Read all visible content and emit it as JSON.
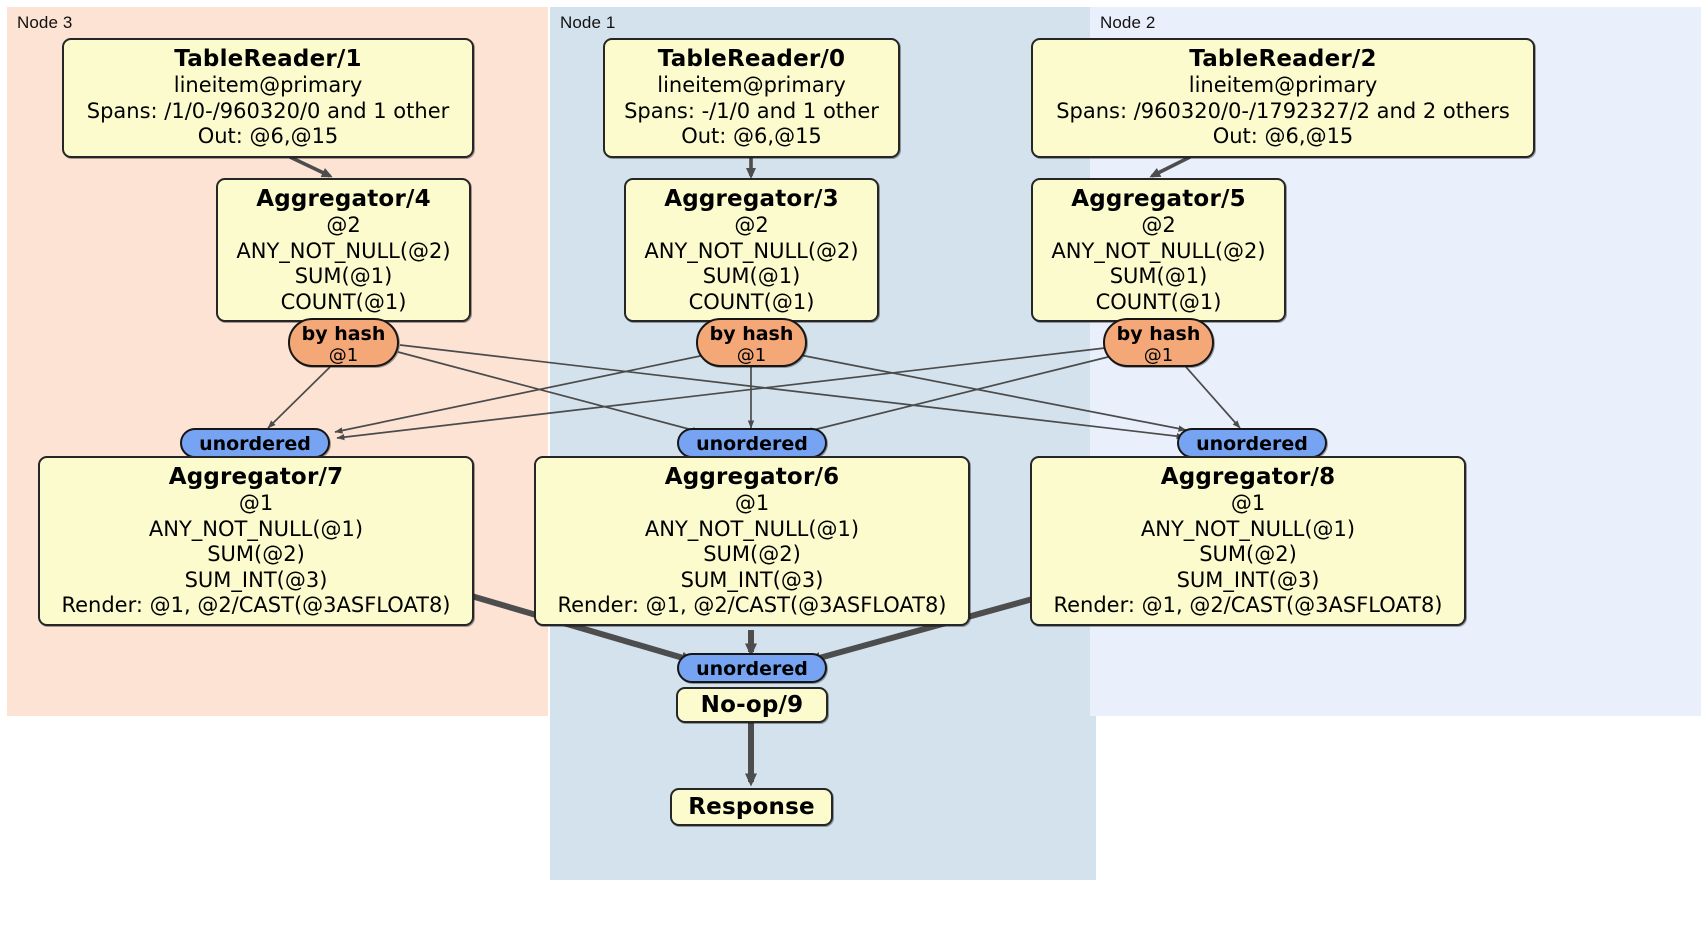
{
  "diagram": {
    "title": "Distributed query execution plan",
    "colors": {
      "node3_panel": "#fce3d4",
      "node1_panel": "#d3e2ec",
      "node2_panel": "#eaf0fb",
      "processor_box": "#fbfbce",
      "by_hash_oval": "#f4a878",
      "unordered_oval": "#76a4f2",
      "edge": "#4d4d4d"
    }
  },
  "panels": {
    "node3": {
      "label": "Node 3"
    },
    "node1": {
      "label": "Node 1"
    },
    "node2": {
      "label": "Node 2"
    }
  },
  "processors": {
    "table_reader_1": {
      "title": "TableReader/1",
      "l1": "lineitem@primary",
      "l2": "Spans: /1/0-/960320/0 and 1 other",
      "l3": "Out: @6,@15"
    },
    "table_reader_0": {
      "title": "TableReader/0",
      "l1": "lineitem@primary",
      "l2": "Spans: -/1/0 and 1 other",
      "l3": "Out: @6,@15"
    },
    "table_reader_2": {
      "title": "TableReader/2",
      "l1": "lineitem@primary",
      "l2": "Spans: /960320/0-/1792327/2 and 2 others",
      "l3": "Out: @6,@15"
    },
    "aggregator_4": {
      "title": "Aggregator/4",
      "l1": "@2",
      "l2": "ANY_NOT_NULL(@2)",
      "l3": "SUM(@1)",
      "l4": "COUNT(@1)"
    },
    "aggregator_3": {
      "title": "Aggregator/3",
      "l1": "@2",
      "l2": "ANY_NOT_NULL(@2)",
      "l3": "SUM(@1)",
      "l4": "COUNT(@1)"
    },
    "aggregator_5": {
      "title": "Aggregator/5",
      "l1": "@2",
      "l2": "ANY_NOT_NULL(@2)",
      "l3": "SUM(@1)",
      "l4": "COUNT(@1)"
    },
    "aggregator_7": {
      "title": "Aggregator/7",
      "l1": "@1",
      "l2": "ANY_NOT_NULL(@1)",
      "l3": "SUM(@2)",
      "l4": "SUM_INT(@3)",
      "l5": "Render: @1, @2/CAST(@3ASFLOAT8)"
    },
    "aggregator_6": {
      "title": "Aggregator/6",
      "l1": "@1",
      "l2": "ANY_NOT_NULL(@1)",
      "l3": "SUM(@2)",
      "l4": "SUM_INT(@3)",
      "l5": "Render: @1, @2/CAST(@3ASFLOAT8)"
    },
    "aggregator_8": {
      "title": "Aggregator/8",
      "l1": "@1",
      "l2": "ANY_NOT_NULL(@1)",
      "l3": "SUM(@2)",
      "l4": "SUM_INT(@3)",
      "l5": "Render: @1, @2/CAST(@3ASFLOAT8)"
    },
    "noop_9": {
      "title": "No-op/9"
    },
    "response": {
      "title": "Response"
    }
  },
  "routers": {
    "by_hash_left": {
      "type": "by hash",
      "column": "@1"
    },
    "by_hash_center": {
      "type": "by hash",
      "column": "@1"
    },
    "by_hash_right": {
      "type": "by hash",
      "column": "@1"
    },
    "unordered_left": {
      "label": "unordered"
    },
    "unordered_center": {
      "label": "unordered"
    },
    "unordered_right": {
      "label": "unordered"
    },
    "unordered_final": {
      "label": "unordered"
    }
  }
}
